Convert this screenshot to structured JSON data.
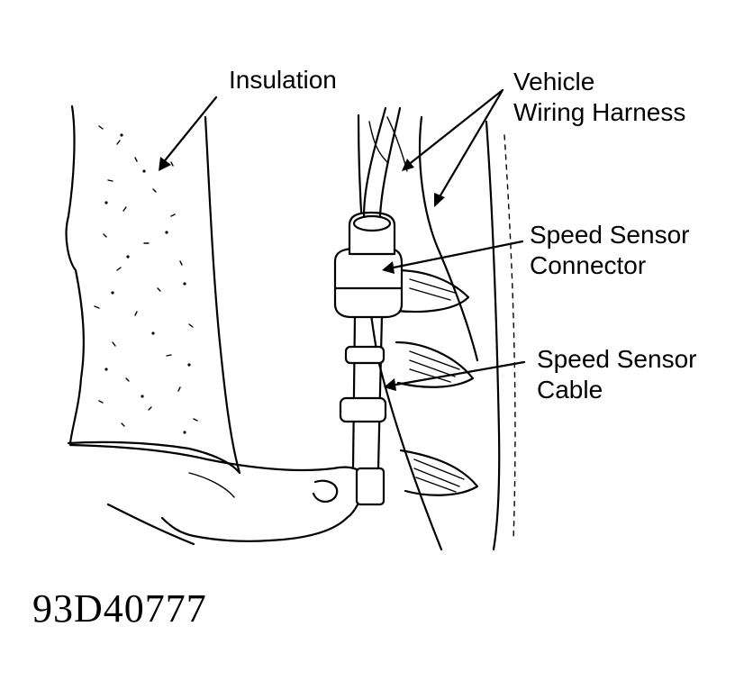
{
  "labels": {
    "insulation": "Insulation",
    "harness_line1": "Vehicle",
    "harness_line2": "Wiring Harness",
    "connector_line1": "Speed Sensor",
    "connector_line2": "Connector",
    "cable_line1": "Speed Sensor",
    "cable_line2": "Cable"
  },
  "figure_id": "93D40777"
}
